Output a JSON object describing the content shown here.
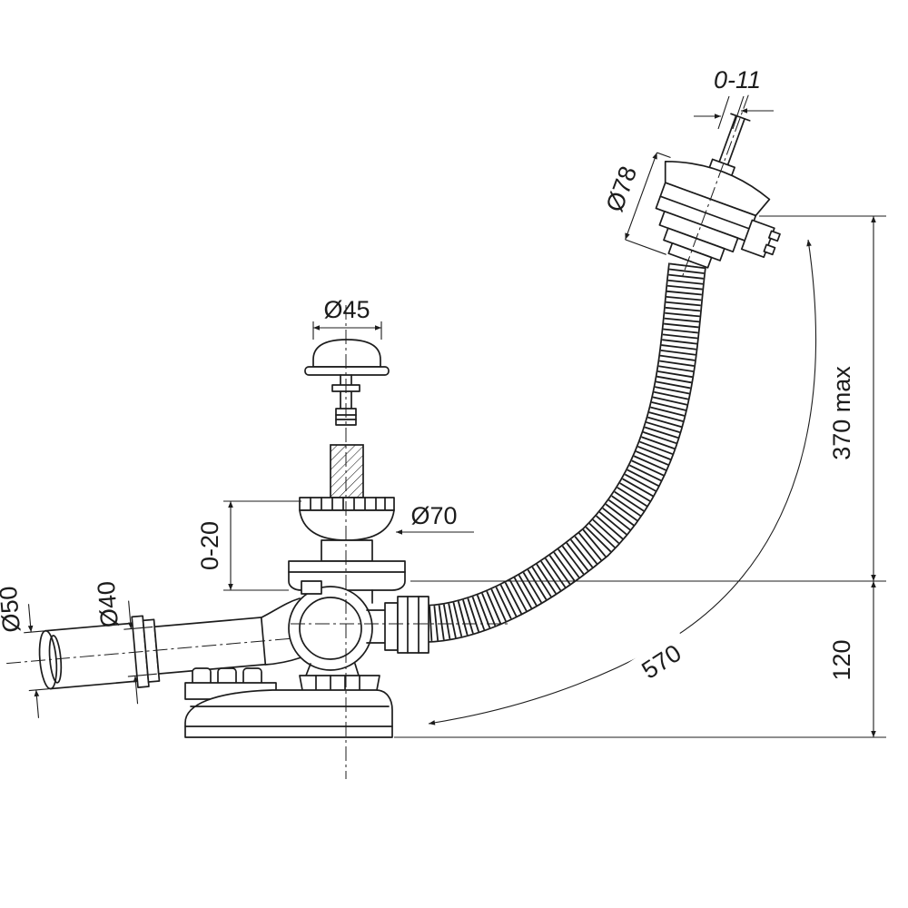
{
  "figure": {
    "background_color": "#ffffff",
    "line_color": "#1c1c1c",
    "labels": {
      "overflow_travel": "0-11",
      "overflow_diameter": "Ø78",
      "plug_diameter": "Ø45",
      "flange_diameter": "Ø70",
      "flange_travel": "0-20",
      "outlet_diameter": "Ø50",
      "pipe_diameter": "Ø40",
      "height_max": "370 max",
      "base_height": "120",
      "hose_length": "570"
    }
  }
}
